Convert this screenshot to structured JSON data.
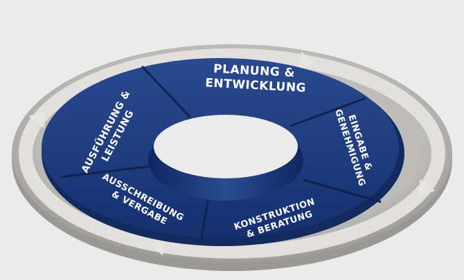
{
  "colors": {
    "background": "#ebebeb",
    "ring_outer": "#b8b6b2",
    "ring_inner": "#d6d4d0",
    "arrow": "#e6e5e2",
    "disc_top": "#1f3a7a",
    "disc_side": "#142a5e",
    "hole_wall": "#1a3470",
    "divider": "#0f2250",
    "text": "#ffffff"
  },
  "segments": [
    {
      "key": "planung",
      "lines": [
        "PLANUNG &",
        "ENTWICKLUNG"
      ]
    },
    {
      "key": "eingabe",
      "lines": [
        "EINGABE &",
        "GENEHMIGUNG"
      ]
    },
    {
      "key": "konstruktion",
      "lines": [
        "KONSTRUKTION",
        "& BERATUNG"
      ]
    },
    {
      "key": "ausschreibung",
      "lines": [
        "AUSSCHREIBUNG",
        "& VERGABE"
      ]
    },
    {
      "key": "ausfuehrung",
      "lines": [
        "AUSFÜHRUNG &",
        "LEISTUNG"
      ]
    }
  ],
  "arrows": [
    {
      "name": "cycle-arrow-top",
      "direction": "clockwise"
    },
    {
      "name": "cycle-arrow-right",
      "direction": "clockwise"
    },
    {
      "name": "cycle-arrow-bottom",
      "direction": "clockwise"
    },
    {
      "name": "cycle-arrow-left",
      "direction": "clockwise"
    }
  ]
}
